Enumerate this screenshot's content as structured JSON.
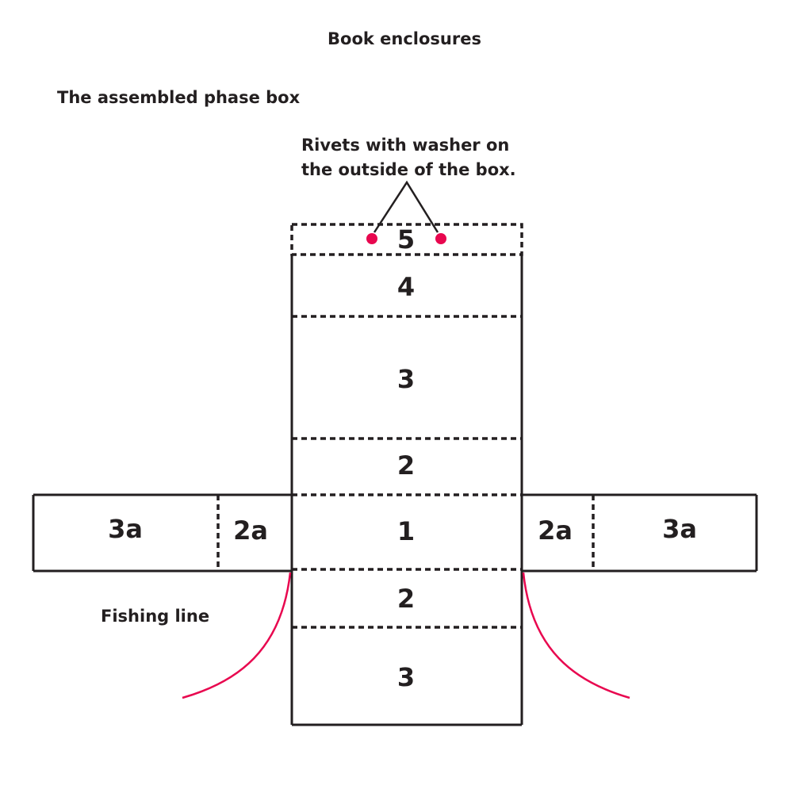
{
  "title": "Book enclosures",
  "subtitle": "The assembled phase box",
  "rivet_note": {
    "line1": "Rivets with washer on",
    "line2": "the outside of the box."
  },
  "fishing_line_label": "Fishing line",
  "panels": {
    "p5": "5",
    "p4": "4",
    "p3_top": "3",
    "p2_top": "2",
    "p1": "1",
    "p2_bottom": "2",
    "p3_bottom": "3",
    "p2a_left": "2a",
    "p3a_left": "3a",
    "p2a_right": "2a",
    "p3a_right": "3a"
  },
  "colors": {
    "ink": "#231f20",
    "accent": "#e8074f"
  }
}
